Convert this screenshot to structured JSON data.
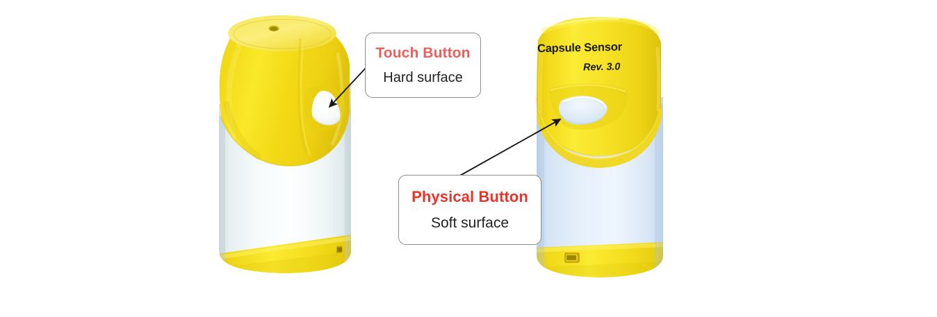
{
  "figure": {
    "title": "Capsule Sensor button comparison",
    "background_color": "#ffffff"
  },
  "callouts": [
    {
      "id": "touch",
      "primary": "Touch Button",
      "secondary": "Hard surface",
      "primary_color": "#e8605c",
      "secondary_color": "#231f20",
      "points_to": "left-device-button"
    },
    {
      "id": "physical",
      "primary": "Physical Button",
      "secondary": "Soft surface",
      "primary_color": "#e8342a",
      "secondary_color": "#231f20",
      "points_to": "right-device-button"
    }
  ],
  "devices": [
    {
      "id": "left-device",
      "view": "three-quarter",
      "cap_color": "#f2d917",
      "body_color": "#eaf1f1",
      "base_color": "#f0d71a",
      "button_color": "#fbfdfb",
      "button_type": "touch",
      "has_top_vent_hole": true,
      "has_base_port": true,
      "labels": []
    },
    {
      "id": "right-device",
      "view": "front",
      "cap_color": "#f3da1b",
      "body_color": "#d8e6f7",
      "base_color": "#f1d81c",
      "button_color": "#dfeaf6",
      "button_type": "physical",
      "has_top_vent_hole": false,
      "has_base_port": true,
      "labels": [
        {
          "id": "model",
          "text": "Capsule Sensor",
          "style": "bold"
        },
        {
          "id": "revision",
          "text": "Rev. 3.0",
          "style": "italic"
        }
      ]
    }
  ],
  "colors": {
    "red_accent": "#e8342a",
    "red_accent_soft": "#e8605c",
    "yellow": "#f0d817",
    "body_white": "#eaf1f1",
    "body_blue": "#d8e6f7",
    "text_dark": "#231f20",
    "callout_border": "#8c8c8c",
    "arrow": "#1a1a1a"
  }
}
